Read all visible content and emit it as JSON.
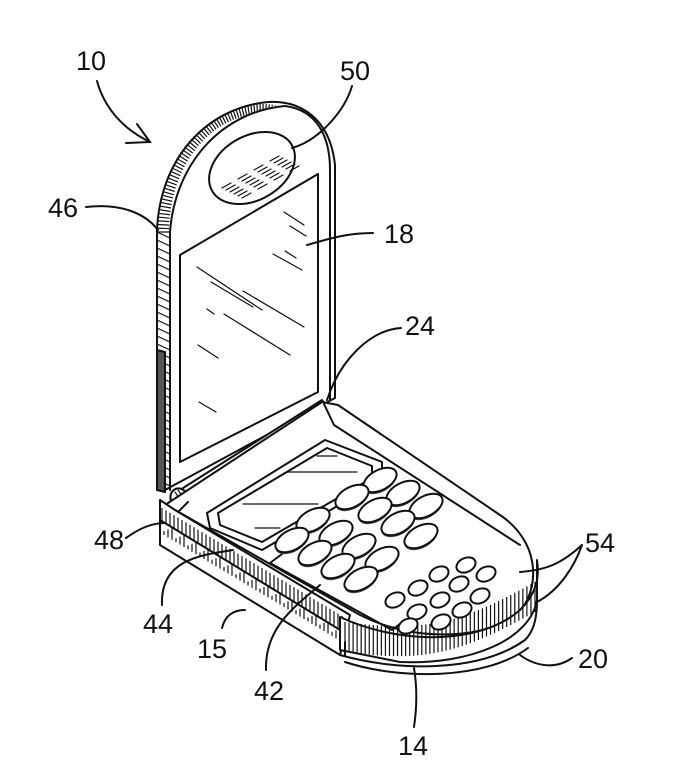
{
  "figure": {
    "description": "Perspective patent drawing of a flip phone, opened",
    "reference_numerals": [
      {
        "id": "device",
        "label": "10"
      },
      {
        "id": "speaker",
        "label": "50"
      },
      {
        "id": "flip-edge",
        "label": "46"
      },
      {
        "id": "display",
        "label": "18"
      },
      {
        "id": "hinge",
        "label": "24"
      },
      {
        "id": "hinge-side",
        "label": "48"
      },
      {
        "id": "base-side-edge",
        "label": "44"
      },
      {
        "id": "base-side-scale",
        "label": "15"
      },
      {
        "id": "keypad-area",
        "label": "42"
      },
      {
        "id": "base-top-and-rim",
        "label": "54"
      },
      {
        "id": "base-bottom-rim",
        "label": "20"
      },
      {
        "id": "base-housing",
        "label": "14"
      }
    ]
  }
}
